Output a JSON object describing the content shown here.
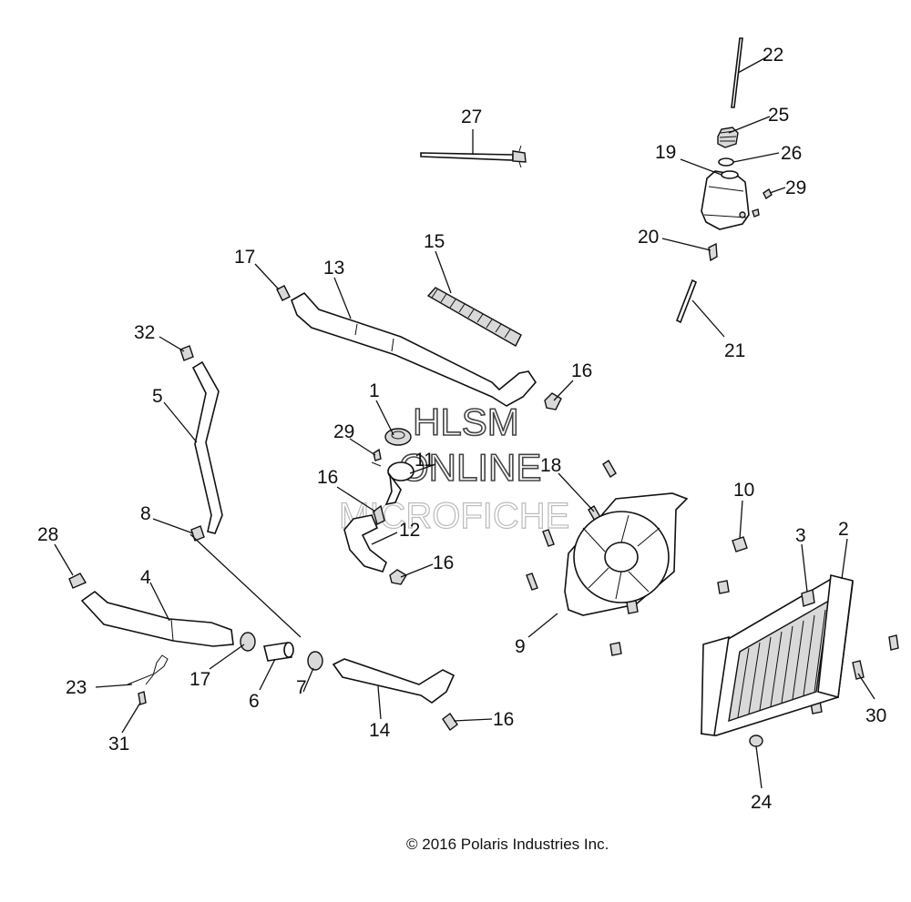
{
  "labels": {
    "l22": "22",
    "l25": "25",
    "l26": "26",
    "l19": "19",
    "l29a": "29",
    "l27": "27",
    "l20": "20",
    "l21": "21",
    "l17a": "17",
    "l13": "13",
    "l15": "15",
    "l32": "32",
    "l16a": "16",
    "l1": "1",
    "l5": "5",
    "l29b": "29",
    "l11": "11",
    "l18": "18",
    "l16b": "16",
    "l10": "10",
    "l12": "12",
    "l8": "8",
    "l3": "3",
    "l2": "2",
    "l28": "28",
    "l16c": "16",
    "l4": "4",
    "l9": "9",
    "l17b": "17",
    "l6": "6",
    "l7": "7",
    "l23": "23",
    "l14": "14",
    "l16d": "16",
    "l31": "31",
    "l30": "30",
    "l24": "24"
  },
  "watermark": {
    "line1": "HLSM",
    "line2": "ONLINE",
    "line3": "MICROFICHE"
  },
  "copyright": "© 2016 Polaris Industries Inc."
}
